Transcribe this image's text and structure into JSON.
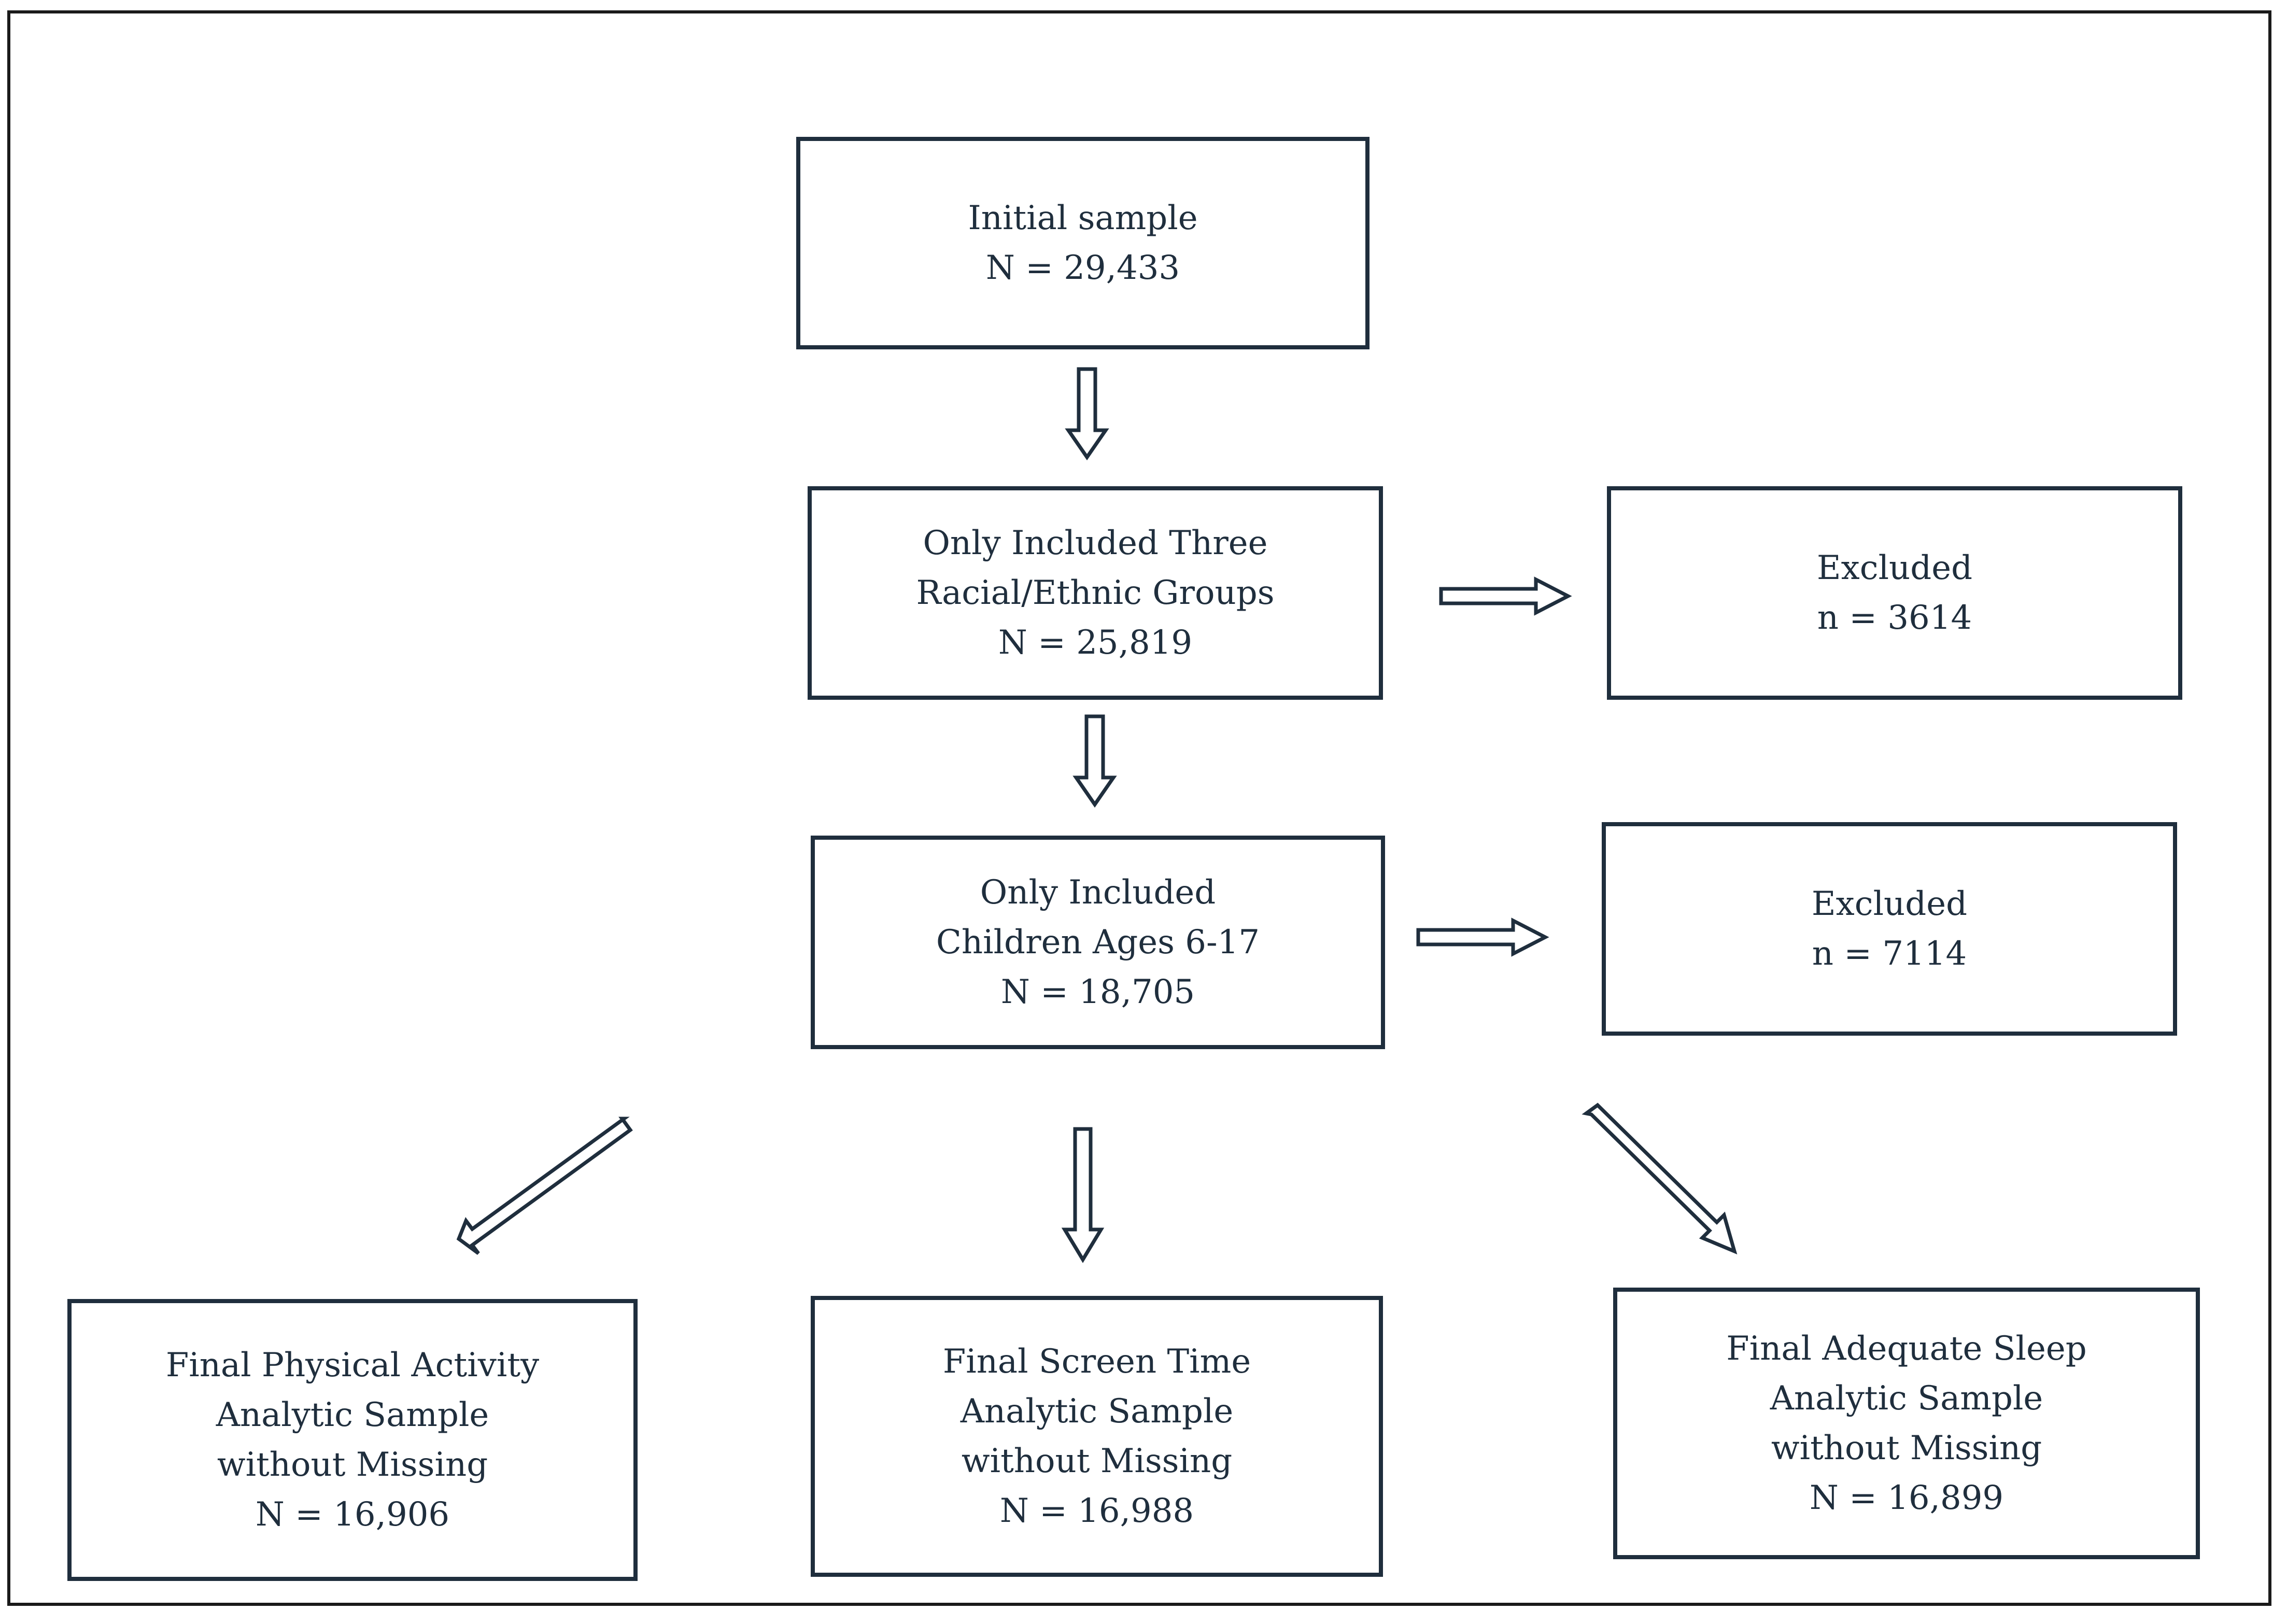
{
  "flowchart": {
    "initial": {
      "lines": [
        "Initial sample",
        "N = 29,433"
      ]
    },
    "racial": {
      "lines": [
        "Only Included Three",
        "Racial/Ethnic Groups",
        "N = 25,819"
      ]
    },
    "excluded1": {
      "lines": [
        "Excluded",
        "n = 3614"
      ]
    },
    "ages": {
      "lines": [
        "Only Included",
        "Children Ages 6-17",
        "N = 18,705"
      ]
    },
    "excluded2": {
      "lines": [
        "Excluded",
        "n = 7114"
      ]
    },
    "physical": {
      "lines": [
        "Final Physical Activity",
        "Analytic Sample",
        "without Missing",
        "N = 16,906"
      ]
    },
    "screen": {
      "lines": [
        "Final Screen Time",
        "Analytic Sample",
        "without Missing",
        "N = 16,988"
      ]
    },
    "sleep": {
      "lines": [
        "Final Adequate Sleep",
        "Analytic Sample",
        "without Missing",
        "N = 16,899"
      ]
    }
  },
  "colors": {
    "stroke": "#1f2e3d",
    "background": "#ffffff",
    "frame": "#1a1a1a"
  }
}
